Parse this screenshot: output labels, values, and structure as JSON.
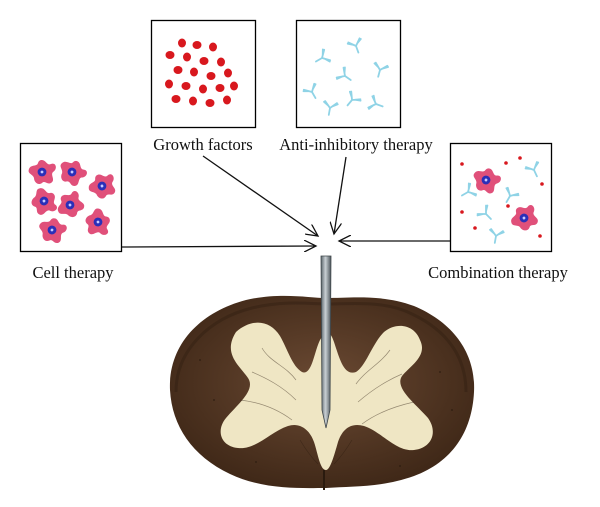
{
  "labels": {
    "growth_factors": "Growth factors",
    "anti_inhibitory": "Anti-inhibitory therapy",
    "cell_therapy": "Cell therapy",
    "combination": "Combination therapy"
  },
  "colors": {
    "background": "#ffffff",
    "frame": "#000000",
    "growth_factor_dot": "#d8181e",
    "antibody": "#8fd3e6",
    "cell_body": "#e0507a",
    "cell_nucleus": "#2a2fb8",
    "cell_nucleolus": "#c8c8ff",
    "arrow": "#111111",
    "needle": "#7e8a90",
    "white_matter": "#4e3220",
    "grey_matter": "#efe6c4"
  },
  "icons": {
    "growth_factors": "red-dots",
    "anti_inhibitory": "antibodies",
    "cell_therapy": "stem-cells",
    "combination": "cells-antibodies-dots",
    "target": "injection-needle",
    "tissue": "spinal-cord-cross-section"
  }
}
